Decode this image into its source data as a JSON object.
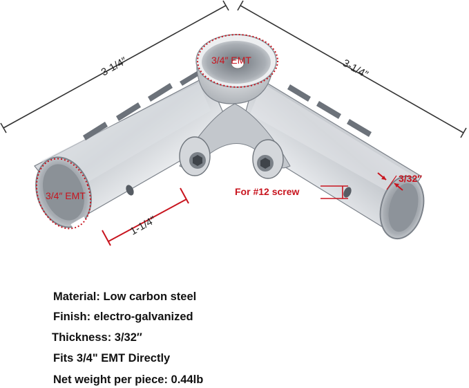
{
  "dimensions": {
    "left_length": "3-1/4″",
    "right_length": "3-1/4″",
    "top_socket": "3/4″ EMT",
    "left_socket": "3/4″ EMT",
    "insert_depth": "1-1/4″",
    "screw_hole": "For #12 screw",
    "wall_thickness": "3/32″"
  },
  "specs": [
    {
      "label": "Material:",
      "value": "Low carbon steel"
    },
    {
      "label": "Finish:",
      "value": "electro-galvanized"
    },
    {
      "label": "Thickness:",
      "value": "3/32″"
    },
    {
      "label": "Fits 3/4\" EMT Directly",
      "value": ""
    },
    {
      "label": "Net weight per piece:",
      "value": "0.44lb"
    }
  ],
  "colors": {
    "annotation_red": "#c8141e",
    "dimension_line": "#333333",
    "steel_light": "#eef0f2",
    "steel_dark": "#8a9097"
  }
}
